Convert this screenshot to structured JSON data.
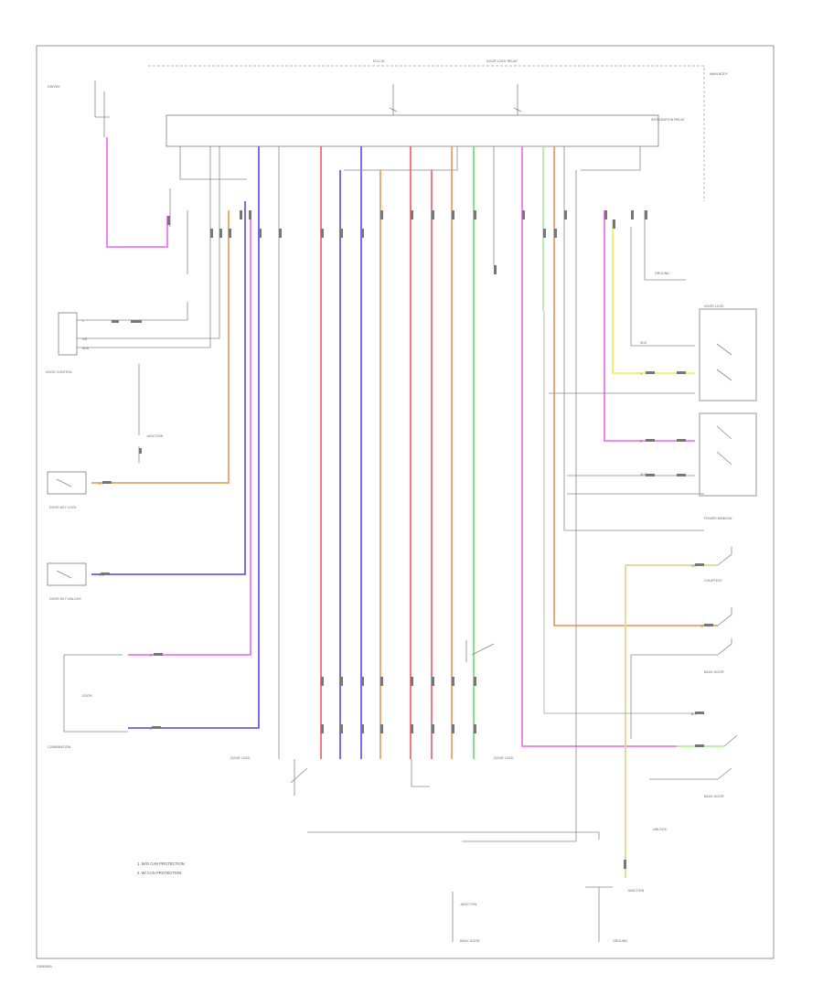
{
  "colors": {
    "pink": "#f077f0",
    "red": "#f06b7a",
    "blue": "#6a5cf0",
    "orange": "#f0a060",
    "green": "#7ae07a",
    "yellow": "#f0f060",
    "lightgreen": "#b0f0a0",
    "gray": "#8a8a8a"
  },
  "legend": {
    "item1": "1. W/O CAN PROTECTION",
    "item2": "2. W/ CAN PROTECTION"
  },
  "footer": {
    "code": "GDM09B0"
  }
}
